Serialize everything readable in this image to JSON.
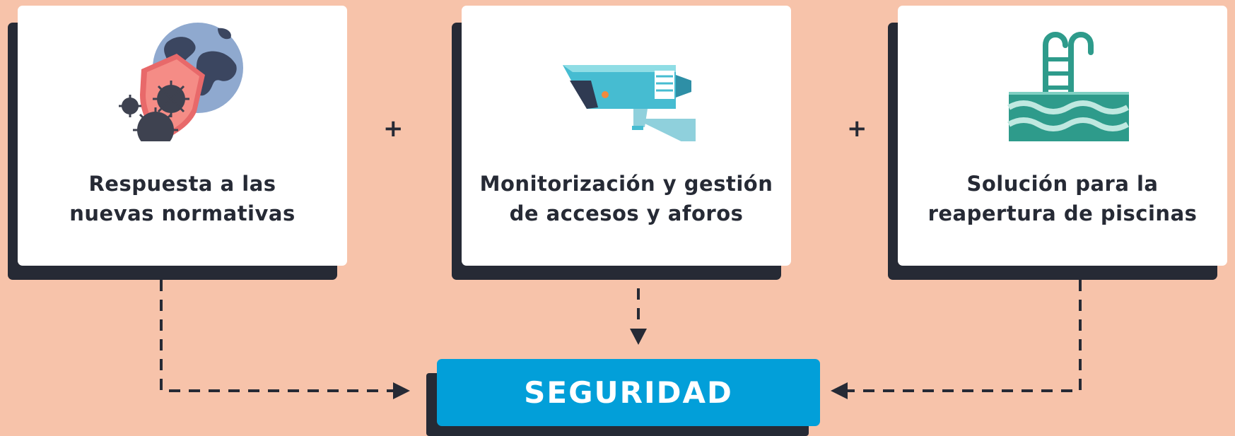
{
  "cards": [
    {
      "title_line1": "Respuesta a las",
      "title_line2": "nuevas normativas",
      "icon": "virus-shield-globe-icon"
    },
    {
      "title_line1": "Monitorización y gestión",
      "title_line2": "de accesos y aforos",
      "icon": "security-camera-icon"
    },
    {
      "title_line1": "Solución para la",
      "title_line2": "reapertura de piscinas",
      "icon": "pool-ladder-icon"
    }
  ],
  "operators": [
    "+",
    "+"
  ],
  "result": {
    "label": "SEGURIDAD"
  },
  "colors": {
    "background": "#f7c3aa",
    "card": "#ffffff",
    "shadow": "#262a35",
    "text": "#262a35",
    "result_box": "#029fd9",
    "result_text": "#ffffff"
  }
}
